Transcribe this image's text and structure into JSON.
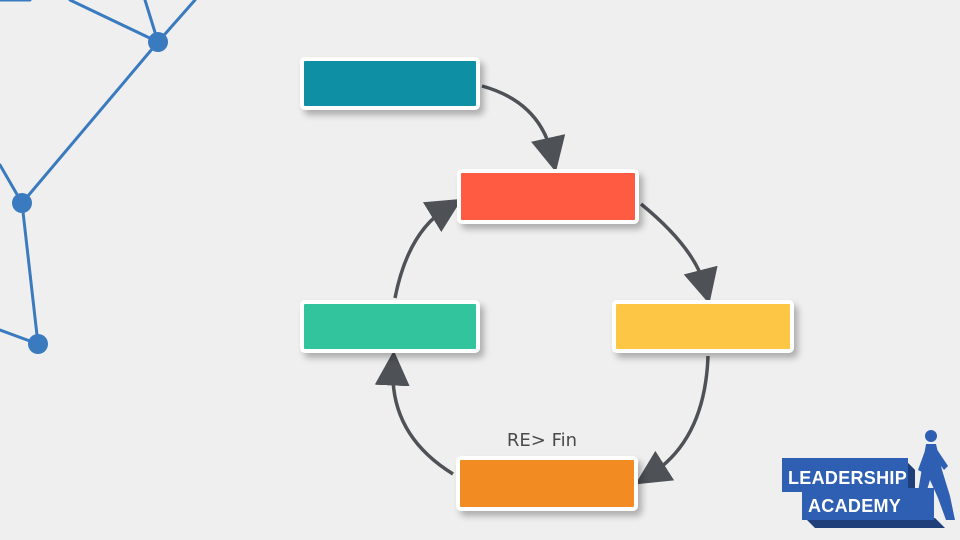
{
  "diagram": {
    "nodes": [
      {
        "id": "node-1",
        "color": "#0e8fa3",
        "text": ""
      },
      {
        "id": "node-2",
        "color": "#fe5b42",
        "text": ""
      },
      {
        "id": "node-3",
        "color": "#fec645",
        "text": ""
      },
      {
        "id": "node-4",
        "color": "#31c49d",
        "text": ""
      },
      {
        "id": "node-5",
        "color": "#f28b22",
        "text": ""
      }
    ],
    "edges": [
      {
        "from": "node-1",
        "to": "node-2"
      },
      {
        "from": "node-2",
        "to": "node-3"
      },
      {
        "from": "node-3",
        "to": "node-5"
      },
      {
        "from": "node-5",
        "to": "node-4"
      },
      {
        "from": "node-4",
        "to": "node-2"
      }
    ],
    "cycle_label": "RE> Fin",
    "arrow_color": "#4e5257",
    "network_color": "#3a7abf"
  },
  "logo": {
    "line1": "LEADERSHIP",
    "line2": "ACADEMY",
    "color": "#2f5fb3"
  }
}
